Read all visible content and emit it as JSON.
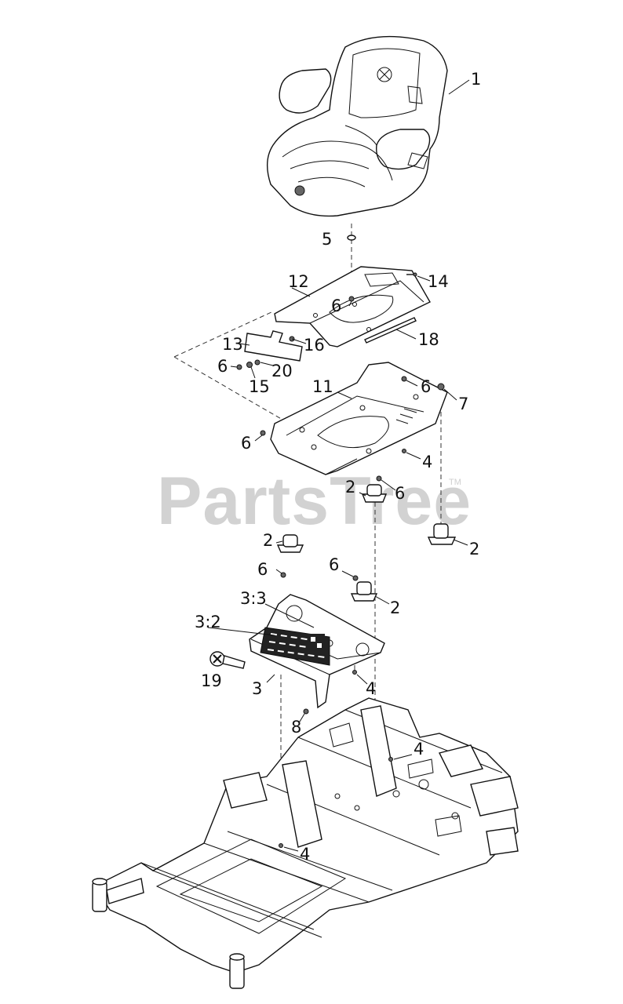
{
  "watermark": {
    "text": "PartsTree",
    "trademark": "TM"
  },
  "callouts": {
    "c1": "1",
    "c5": "5",
    "c12": "12",
    "c14": "14",
    "c6a": "6",
    "c16": "16",
    "c18": "18",
    "c13": "13",
    "c6b": "6",
    "c20": "20",
    "c15": "15",
    "c11": "11",
    "c6c": "6",
    "c7": "7",
    "c6d": "6",
    "c4a": "4",
    "c2a": "2",
    "c6e": "6",
    "c2b": "2",
    "c2c": "2",
    "c6f": "6",
    "c6g": "6",
    "c2d": "2",
    "c33": "3:3",
    "c32": "3:2",
    "c19": "19",
    "c3": "3",
    "c4b": "4",
    "c8": "8",
    "c4c": "4",
    "c4d": "4"
  }
}
